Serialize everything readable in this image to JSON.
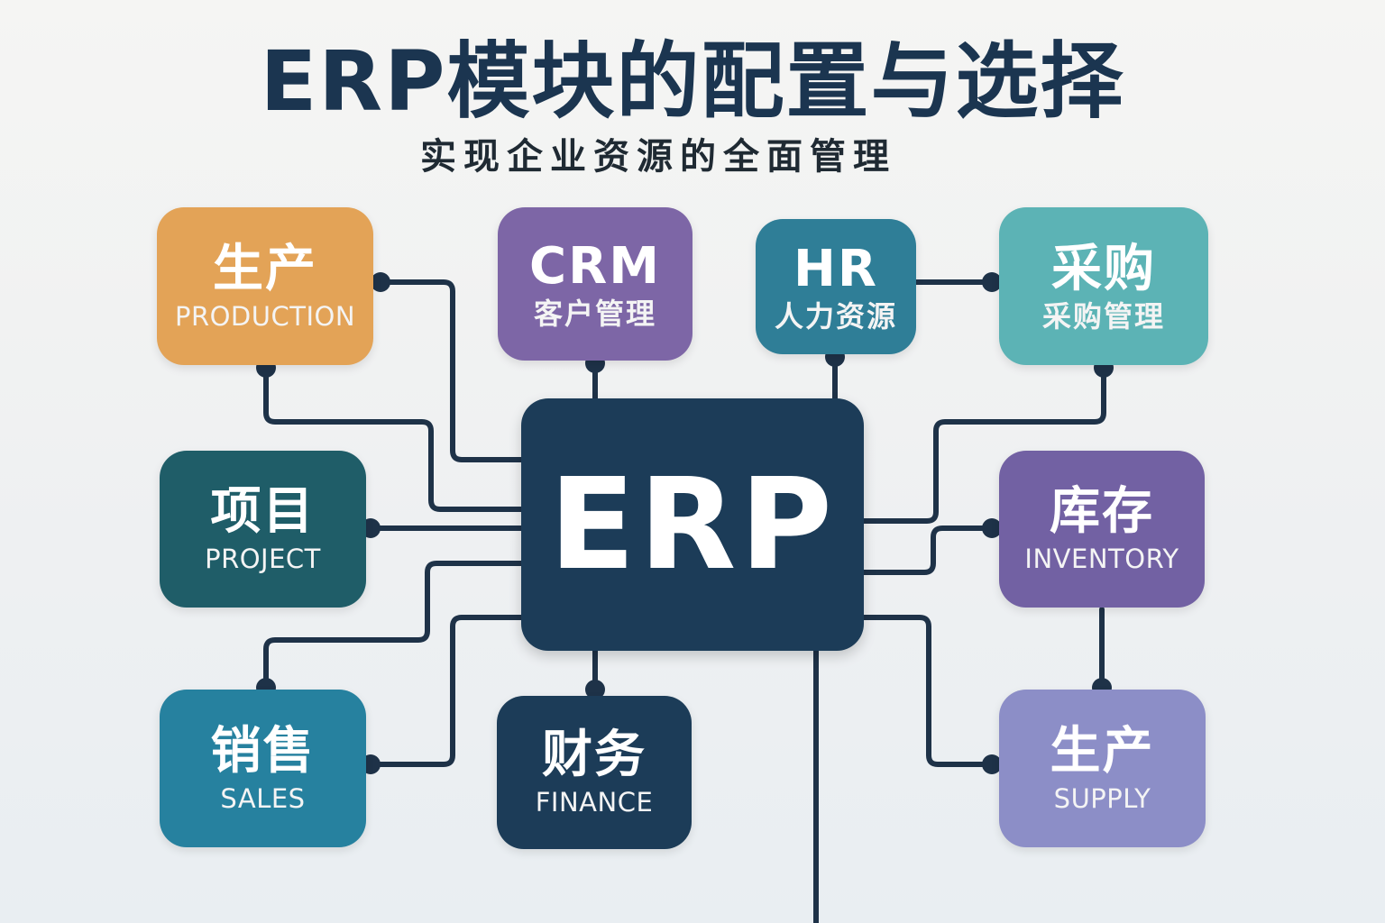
{
  "header": {
    "title": "ERP模块的配置与选择",
    "subtitle": "实现企业资源的全面管理"
  },
  "hub": {
    "label": "ERP",
    "color": "#1c3c58"
  },
  "link_color": "#1e3248",
  "modules": {
    "production": {
      "title": "生产",
      "subtitle": "PRODUCTION",
      "color": "#e3a357"
    },
    "crm": {
      "title": "CRM",
      "subtitle": "客户管理",
      "color": "#7d66a6"
    },
    "hr": {
      "title": "HR",
      "subtitle": "人力资源",
      "color": "#2f7e97"
    },
    "purchase": {
      "title": "采购",
      "subtitle": "采购管理",
      "color": "#5cb3b5"
    },
    "project": {
      "title": "项目",
      "subtitle": "PROJECT",
      "color": "#1f5d68"
    },
    "inventory": {
      "title": "库存",
      "subtitle": "INVENTORY",
      "color": "#7261a3"
    },
    "sales": {
      "title": "销售",
      "subtitle": "SALES",
      "color": "#26819f"
    },
    "finance": {
      "title": "财务",
      "subtitle": "FINANCE",
      "color": "#1c3c58"
    },
    "supply": {
      "title": "生产",
      "subtitle": "SUPPLY",
      "color": "#8c8ec7"
    }
  }
}
